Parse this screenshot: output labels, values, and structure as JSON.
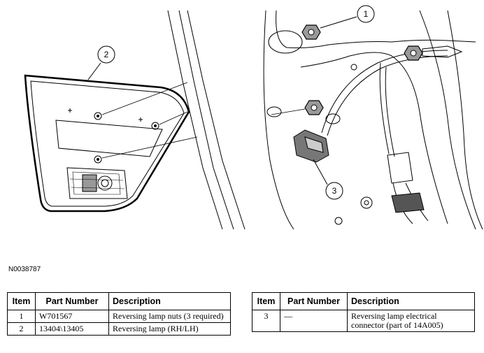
{
  "callouts": {
    "c1": "1",
    "c2": "2",
    "c3": "3"
  },
  "figure_id": "N0038787",
  "headers": {
    "item": "Item",
    "part_number": "Part Number",
    "description": "Description"
  },
  "left_table": [
    {
      "item": "1",
      "part_number": "W701567",
      "description": "Reversing lamp nuts (3 required)"
    },
    {
      "item": "2",
      "part_number": "13404\\13405",
      "description": "Reversing lamp (RH/LH)"
    }
  ],
  "right_table": [
    {
      "item": "3",
      "part_number": "—",
      "description": "Reversing lamp electrical connector (part of 14A005)"
    }
  ]
}
